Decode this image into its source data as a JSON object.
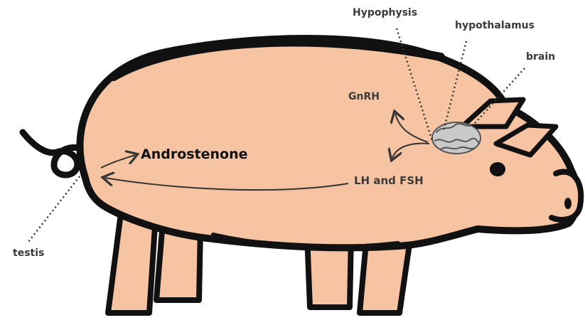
{
  "colors": {
    "body_fill": "#f6c4a2",
    "outline": "#111111",
    "label": "#3a3a3a",
    "brain_fill": "#c9c9c9"
  },
  "labels": {
    "hypophysis": "Hypophysis",
    "hypothalamus": "hypothalamus",
    "brain": "brain",
    "gnrh": "GnRH",
    "androstenone": "Androstenone",
    "lh_fsh": "LH and FSH",
    "testis": "testis"
  },
  "icons": {
    "pig": "pig-illustration",
    "brain": "brain-icon",
    "eye": "pig-eye"
  }
}
